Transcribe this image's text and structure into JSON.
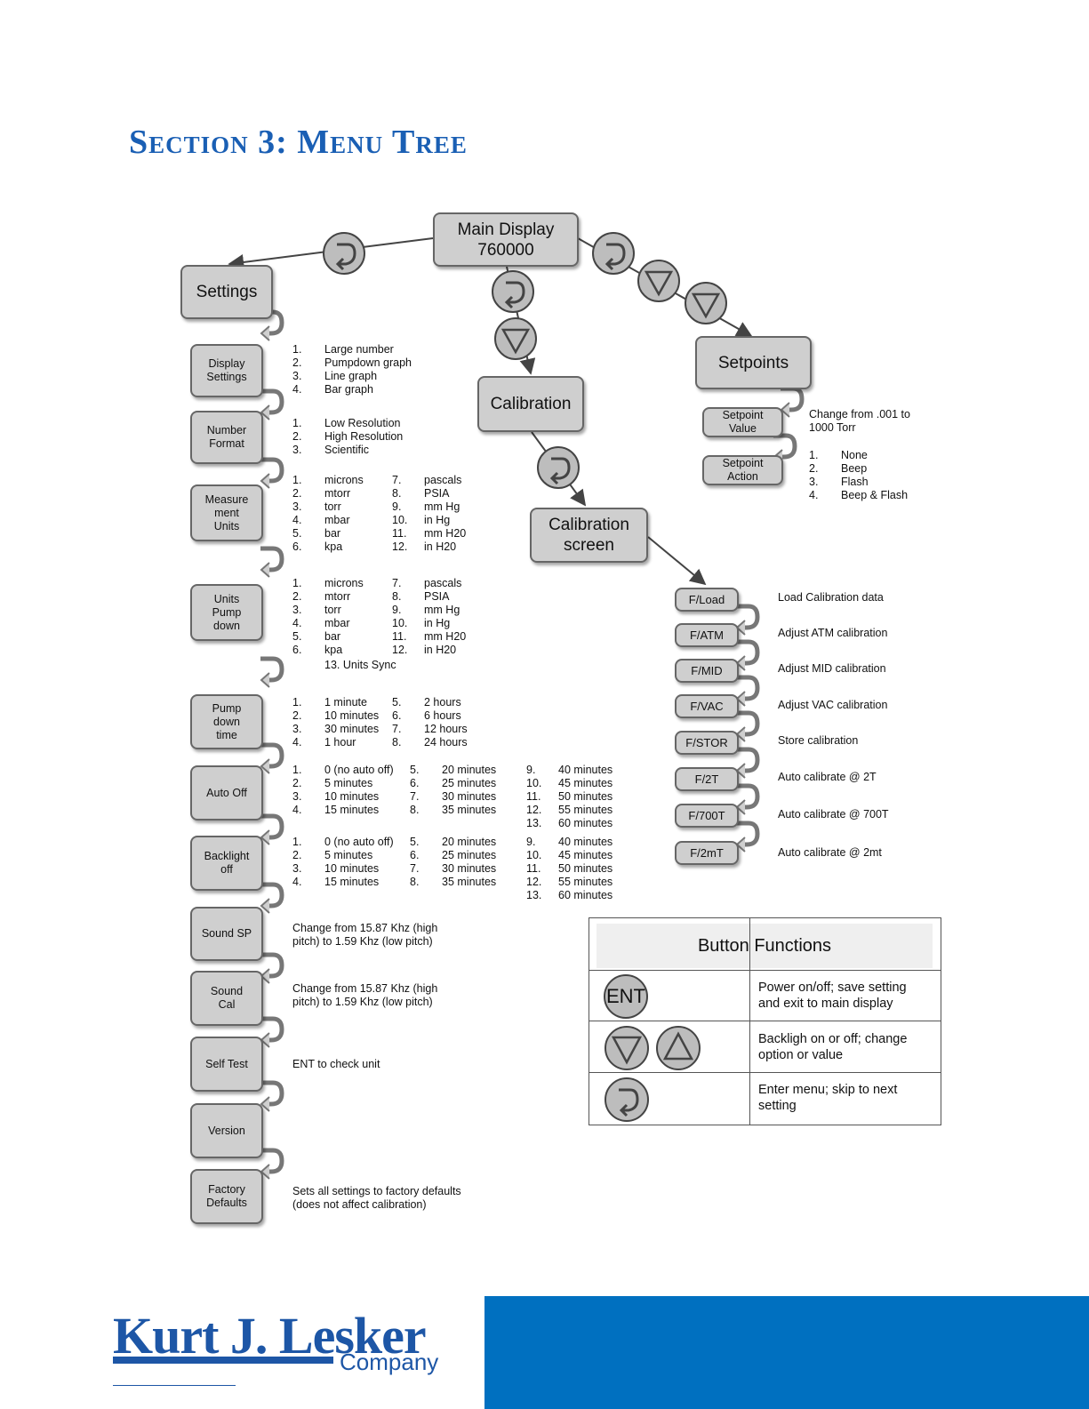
{
  "page_title": "Section 3: Menu Tree",
  "nodes": {
    "main_display": "Main Display\n760000",
    "settings": "Settings",
    "calibration": "Calibration",
    "calibration_screen": "Calibration\nscreen",
    "setpoints": "Setpoints",
    "setpoint_value": "Setpoint\nValue",
    "setpoint_action": "Setpoint\nAction",
    "display_settings": "Display\nSettings",
    "number_format": "Number\nFormat",
    "measurement_units": "Measure\nment\nUnits",
    "units_pump_down": "Units\nPump\ndown",
    "pump_down_time": "Pump\ndown\ntime",
    "auto_off": "Auto Off",
    "backlight_off": "Backlight\noff",
    "sound_sp": "Sound SP",
    "sound_cal": "Sound\nCal",
    "self_test": "Self Test",
    "version": "Version",
    "factory_defaults": "Factory\nDefaults"
  },
  "calibration_buttons": [
    {
      "label": "F/Load",
      "desc": "Load Calibration data"
    },
    {
      "label": "F/ATM",
      "desc": "Adjust ATM calibration"
    },
    {
      "label": "F/MID",
      "desc": "Adjust MID calibration"
    },
    {
      "label": "F/VAC",
      "desc": "Adjust VAC calibration"
    },
    {
      "label": "F/STOR",
      "desc": "Store calibration"
    },
    {
      "label": "F/2T",
      "desc": "Auto calibrate @ 2T"
    },
    {
      "label": "F/700T",
      "desc": "Auto calibrate @ 700T"
    },
    {
      "label": "F/2mT",
      "desc": "Auto calibrate @ 2mt"
    }
  ],
  "setpoint_value_note": "Change from .001 to\n1000 Torr",
  "setpoint_action_options": [
    [
      "1.",
      "None"
    ],
    [
      "2.",
      "Beep"
    ],
    [
      "3.",
      "Flash"
    ],
    [
      "4.",
      "Beep & Flash"
    ]
  ],
  "display_options": [
    [
      "1.",
      "Large number"
    ],
    [
      "2.",
      "Pumpdown graph"
    ],
    [
      "3.",
      "Line graph"
    ],
    [
      "4.",
      "Bar graph"
    ]
  ],
  "number_format_options": [
    [
      "1.",
      "Low Resolution"
    ],
    [
      "2.",
      "High Resolution"
    ],
    [
      "3.",
      "Scientific"
    ]
  ],
  "measurement_units_options": [
    [
      "1.",
      "microns",
      "7.",
      "pascals"
    ],
    [
      "2.",
      "mtorr",
      "8.",
      "PSIA"
    ],
    [
      "3.",
      "torr",
      "9.",
      "mm Hg"
    ],
    [
      "4.",
      "mbar",
      "10.",
      "in Hg"
    ],
    [
      "5.",
      "bar",
      "11.",
      "mm H20"
    ],
    [
      "6.",
      "kpa",
      "12.",
      "in H20"
    ]
  ],
  "units_pump_down_options": [
    [
      "1.",
      "microns",
      "7.",
      "pascals"
    ],
    [
      "2.",
      "mtorr",
      "8.",
      "PSIA"
    ],
    [
      "3.",
      "torr",
      "9.",
      "mm Hg"
    ],
    [
      "4.",
      "mbar",
      "10.",
      "in Hg"
    ],
    [
      "5.",
      "bar",
      "11.",
      "mm H20"
    ],
    [
      "6.",
      "kpa",
      "12.",
      "in H20"
    ]
  ],
  "units_sync": "13.  Units Sync",
  "pump_down_time_options": [
    [
      "1.",
      "1 minute",
      "5.",
      "2 hours"
    ],
    [
      "2.",
      "10 minutes",
      "6.",
      "6 hours"
    ],
    [
      "3.",
      "30 minutes",
      "7.",
      "12 hours"
    ],
    [
      "4.",
      "1 hour",
      "8.",
      "24 hours"
    ]
  ],
  "auto_off_options": [
    [
      "1.",
      "0 (no auto off)",
      "5.",
      "20 minutes",
      "9.",
      "40 minutes"
    ],
    [
      "2.",
      "5 minutes",
      "6.",
      "25 minutes",
      "10.",
      "45 minutes"
    ],
    [
      "3.",
      "10 minutes",
      "7.",
      "30 minutes",
      "11.",
      "50 minutes"
    ],
    [
      "4.",
      "15 minutes",
      "8.",
      "35 minutes",
      "12.",
      "55 minutes"
    ],
    [
      "",
      "",
      "",
      "",
      "13.",
      "60 minutes"
    ]
  ],
  "backlight_off_options": [
    [
      "1.",
      "0 (no auto off)",
      "5.",
      "20 minutes",
      "9.",
      "40 minutes"
    ],
    [
      "2.",
      "5 minutes",
      "6.",
      "25 minutes",
      "10.",
      "45 minutes"
    ],
    [
      "3.",
      "10 minutes",
      "7.",
      "30 minutes",
      "11.",
      "50 minutes"
    ],
    [
      "4.",
      "15 minutes",
      "8.",
      "35 minutes",
      "12.",
      "55 minutes"
    ],
    [
      "",
      "",
      "",
      "",
      "13.",
      "60 minutes"
    ]
  ],
  "sound_sp_note": "Change from 15.87 Khz (high\npitch) to 1.59 Khz (low pitch)",
  "sound_cal_note": "Change from 15.87 Khz (high\npitch) to 1.59 Khz (low pitch)",
  "self_test_note": "ENT to check unit",
  "factory_defaults_note": "Sets all settings to factory defaults\n(does not affect calibration)",
  "button_functions": {
    "title": "Button Functions",
    "ent_label": "ENT",
    "rows": [
      {
        "icon": "ent-button-icon",
        "desc": "Power on/off; save setting\nand exit to main display"
      },
      {
        "icon": "down-up-arrow-icons",
        "desc": "Backligh on or off; change\noption or value"
      },
      {
        "icon": "enter-return-icon",
        "desc": "Enter menu; skip to next\nsetting"
      }
    ]
  },
  "logo": {
    "main": "Kurt J. Lesker",
    "sub": "Company"
  },
  "colors": {
    "heading": "#1a5fb4",
    "footer_bar": "#0070c0",
    "node_fill": "#cfcfcf",
    "logo": "#1d56a6"
  }
}
